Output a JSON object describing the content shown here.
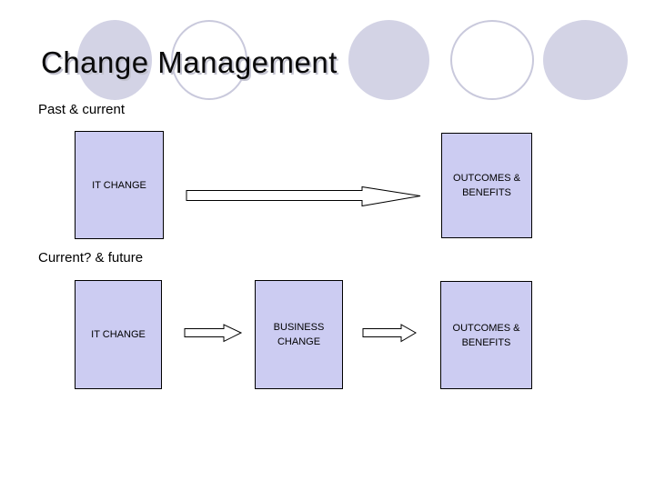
{
  "slide": {
    "title": "Change Management",
    "sections": [
      {
        "label": "Past & current",
        "boxes": [
          {
            "label": "IT CHANGE"
          },
          {
            "label": "OUTCOMES & BENEFITS"
          }
        ],
        "arrows": [
          {
            "name": "long-right-arrow",
            "from": "IT CHANGE",
            "to": "OUTCOMES & BENEFITS"
          }
        ]
      },
      {
        "label": "Current? & future",
        "boxes": [
          {
            "label": "IT CHANGE"
          },
          {
            "label": "BUSINESS CHANGE"
          },
          {
            "label": "OUTCOMES & BENEFITS"
          }
        ],
        "arrows": [
          {
            "name": "short-right-arrow",
            "from": "IT CHANGE",
            "to": "BUSINESS CHANGE"
          },
          {
            "name": "short-right-arrow",
            "from": "BUSINESS CHANGE",
            "to": "OUTCOMES & BENEFITS"
          }
        ]
      }
    ],
    "decorations": {
      "circle_styles": [
        "filled",
        "outlined",
        "filled",
        "outlined",
        "filled"
      ]
    }
  },
  "colors": {
    "background": "#ffffff",
    "box_fill": "#ccccf2",
    "box_border": "#000000",
    "circle_fill": "#d3d3e5",
    "circle_outline": "#c9c9dc",
    "title_text": "#0a0a0a",
    "title_shadow": "#c3c3d0",
    "arrow_fill": "#ffffff",
    "arrow_stroke": "#000000"
  }
}
